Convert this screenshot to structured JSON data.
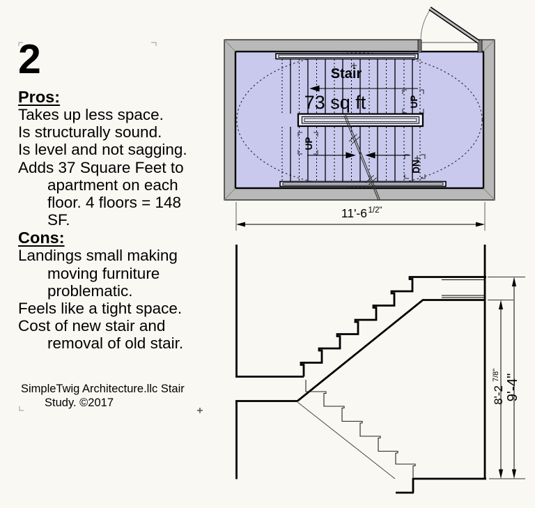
{
  "page": {
    "number": "2",
    "credit_line1": "SimpleTwig Architecture.llc Stair",
    "credit_line2": "Study. ©2017"
  },
  "pros": {
    "heading": "Pros:",
    "lines": [
      {
        "text": "Takes up less space.",
        "indent": 0
      },
      {
        "text": "Is structurally sound.",
        "indent": 0
      },
      {
        "text": "Is level and not sagging.",
        "indent": 0
      },
      {
        "text": "Adds 37 Square Feet to",
        "indent": 0
      },
      {
        "text": "apartment on each",
        "indent": 1
      },
      {
        "text": "floor. 4 floors = 148",
        "indent": 1
      },
      {
        "text": "SF.",
        "indent": 1
      }
    ]
  },
  "cons": {
    "heading": "Cons:",
    "lines": [
      {
        "text": "Landings small making",
        "indent": 0
      },
      {
        "text": "moving furniture",
        "indent": 1
      },
      {
        "text": "problematic.",
        "indent": 1
      },
      {
        "text": "Feels like a tight space.",
        "indent": 0
      },
      {
        "text": "Cost of new stair and",
        "indent": 0
      },
      {
        "text": "removal of old stair.",
        "indent": 1
      }
    ]
  },
  "plan": {
    "title": "Stair",
    "area_label": "73 sq ft",
    "up_label_left": "UP",
    "up_label_right": "UP",
    "down_label": "DN",
    "width_dim_main": "11'-6",
    "width_dim_frac": "1/2\""
  },
  "section": {
    "dim_inner_main": "8'-2",
    "dim_inner_frac": "7/8\"",
    "dim_outer": "9'-4\""
  },
  "colors": {
    "background": "#faf8f3",
    "room_fill": "#c9c9ee",
    "wall_fill": "#b9b9b9",
    "line": "#000000"
  }
}
